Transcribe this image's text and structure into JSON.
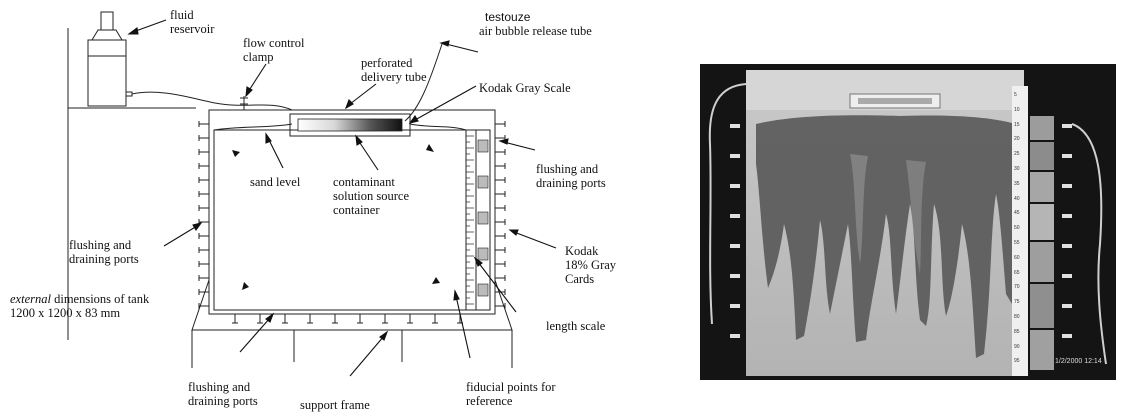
{
  "diagram": {
    "labels": {
      "fluid_reservoir": "fluid\nreservoir",
      "flow_control_clamp": "flow control\nclamp",
      "testouze": "testouze",
      "air_bubble_release_tube": "air bubble release tube",
      "perforated_delivery_tube": "perforated\ndelivery tube",
      "kodak_gray_scale": "Kodak Gray Scale",
      "sand_level": "sand level",
      "contaminant_container": "contaminant\nsolution source\ncontainer",
      "flushing_ports_right": "flushing and\ndraining ports",
      "flushing_ports_left": "flushing and\ndraining ports",
      "kodak_gray_cards": "Kodak\n18% Gray\nCards",
      "external_dimensions_em": "external",
      "external_dimensions_rest": " dimensions of tank",
      "dimensions_value": "1200 x 1200 x 83 mm",
      "length_scale": "length scale",
      "flushing_ports_bottom": "flushing and\ndraining ports",
      "support_frame": "support frame",
      "fiducial_points": "fiducial points for\nreference"
    }
  },
  "photo": {
    "timestamp": "1/2/2000 12:14",
    "scale_numbers": [
      "5",
      "10",
      "15",
      "20",
      "25",
      "30",
      "35",
      "40",
      "45",
      "50",
      "55",
      "60",
      "65",
      "70",
      "75",
      "80",
      "85",
      "90",
      "95"
    ]
  }
}
